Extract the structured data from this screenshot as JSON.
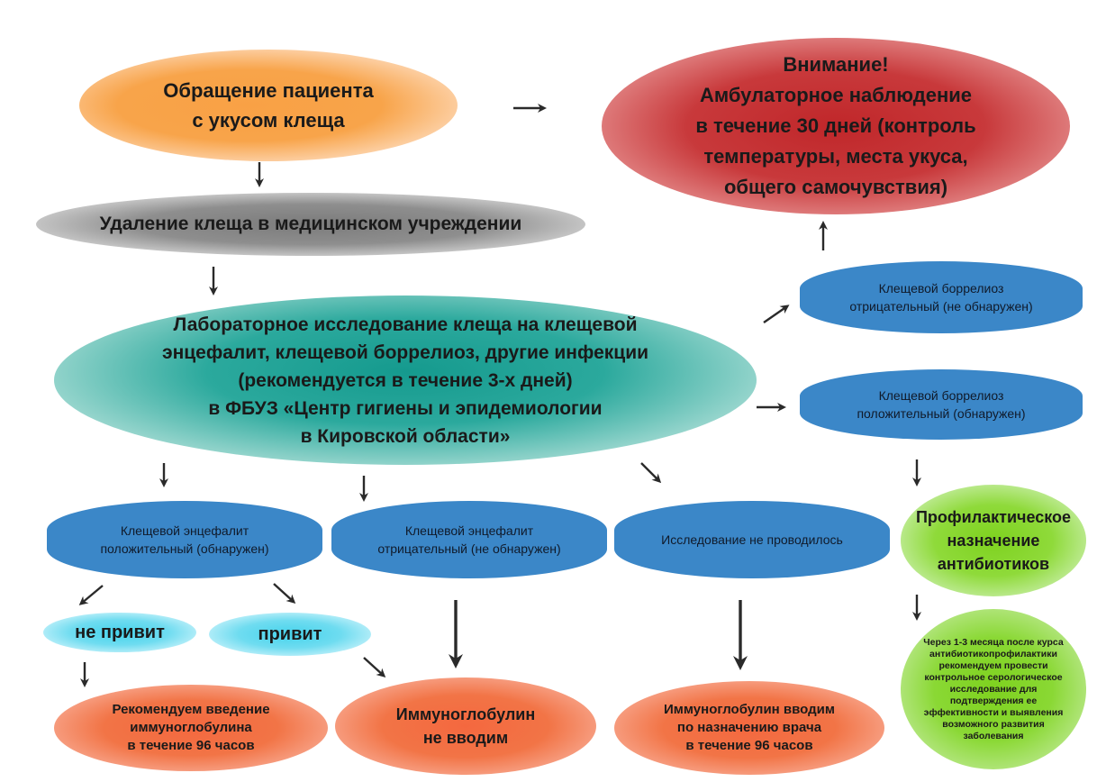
{
  "nodes": {
    "start": "Обращение пациента\nс укусом клеща",
    "attention_title": "Внимание!",
    "attention_body": "Амбулаторное наблюдение\nв течение 30 дней (контроль\nтемпературы, места укуса,\nобщего самочувствия)",
    "removal": "Удаление клеща в медицинском учреждении",
    "lab": "Лабораторное исследование клеща на клещевой\nэнцефалит, клещевой боррелиоз,  другие инфекции\n(рекомендуется в течение 3-х дней)\nв ФБУЗ «Центр гигиены и эпидемиологии\nв Кировской области»",
    "borreliosis_negative": "Клещевой боррелиоз\nотрицательный (не обнаружен)",
    "borreliosis_positive": "Клещевой боррелиоз\nположительный (обнаружен)",
    "encephalitis_positive": "Клещевой энцефалит\nположительный (обнаружен)",
    "encephalitis_negative": "Клещевой энцефалит\nотрицательный (не обнаружен)",
    "not_performed": "Исследование не проводилось",
    "not_vaccinated": "не привит",
    "vaccinated": "привит",
    "recommend_ig": "Рекомендуем введение\nиммуноглобулина\nв течение 96 часов",
    "no_ig": "Иммуноглобулин\nне вводим",
    "ig_by_doctor": "Иммуноглобулин вводим\nпо назначению врача\nв течение 96 часов",
    "prophylaxis": "Профилактическое\nназначение\nантибиотиков",
    "serology": "Через 1-3 месяца после курса антибиотикопрофилактики рекомендуем провести контрольное серологическое исследование для подтверждения ее эффективности и выявления возможного развития заболевания"
  },
  "colors": {
    "orange": "#f9a145",
    "red": "#c0272a",
    "gray": "#7b7b7b",
    "teal": "#159a8e",
    "blue": "#3b87c8",
    "cyan": "#45d3ec",
    "coral": "#f4683f",
    "green": "#7ed21f",
    "arrow": "#2a2a2a"
  }
}
